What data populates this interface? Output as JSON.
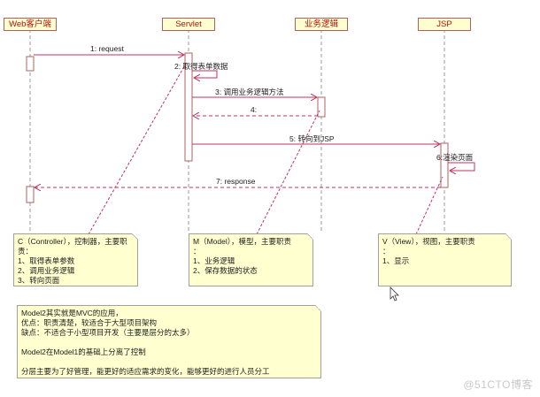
{
  "lifelines": [
    {
      "id": "web",
      "label": "Web客户端"
    },
    {
      "id": "servlet",
      "label": "Servlet"
    },
    {
      "id": "biz",
      "label": "业务逻辑"
    },
    {
      "id": "jsp",
      "label": "JSP"
    }
  ],
  "messages": [
    {
      "label": "1: request"
    },
    {
      "label": "2: 取得表单数据"
    },
    {
      "label": "3: 调用业务逻辑方法"
    },
    {
      "label": "4:"
    },
    {
      "label": "5: 转向到JSP"
    },
    {
      "label": "6:渲染页面"
    },
    {
      "label": "7: response"
    }
  ],
  "notes": {
    "controller": "C（Controller），控制器，主要职责：\n1、取得表单参数\n2、调用业务逻辑\n3、转向页面",
    "model": "M（Model），模型，主要职责\n：\n1、业务逻辑\n2、保存数据的状态",
    "view": "V（View），视图，主要职责\n：\n1、显示",
    "summary": "Model2其实就是MVC的应用，\n优点：职责清楚，较适合于大型项目架构\n缺点：不适合于小型项目开发（主要是层分的太多）\n\nModel2在Model1的基础上分离了控制\n\n分层主要为了好管理，能更好的适应需求的变化，能够更好的进行人员分工"
  },
  "watermark": "@51CTO博客",
  "colors": {
    "lifeline_border": "#b06060",
    "note_bg": "#ffffd0",
    "arrow": "#c03060"
  }
}
